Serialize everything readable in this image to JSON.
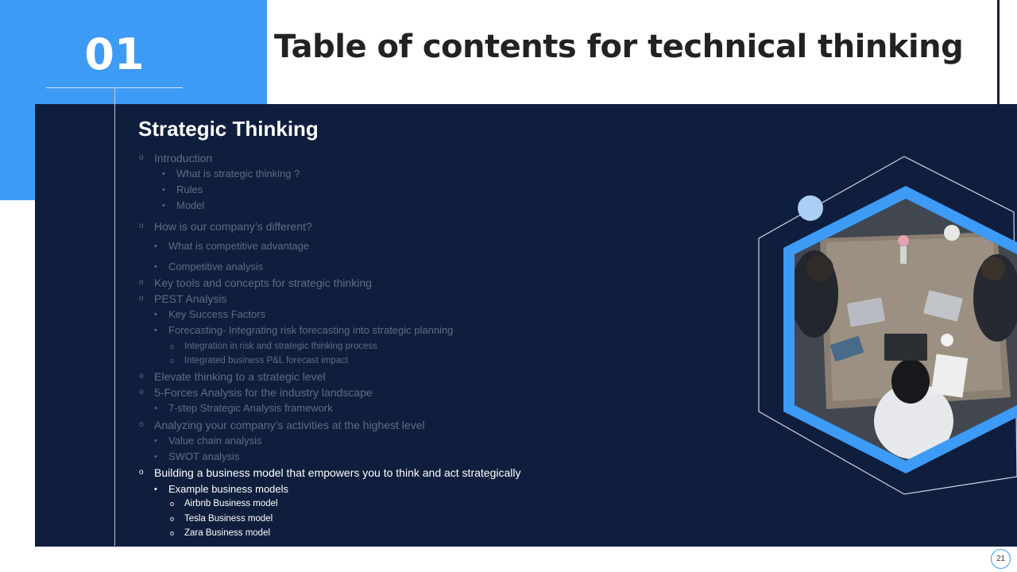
{
  "header": {
    "number": "01",
    "title": "Table of contents for technical thinking"
  },
  "section": {
    "title": "Strategic Thinking",
    "items": [
      {
        "text": "Introduction",
        "marker": "o",
        "level": 1,
        "state": "muted"
      },
      {
        "text": "What is strategic thinking ?",
        "marker": "•",
        "level": 2,
        "state": "muted"
      },
      {
        "text": "Rules",
        "marker": "•",
        "level": 2,
        "state": "muted"
      },
      {
        "text": "Model",
        "marker": "•",
        "level": 2,
        "state": "muted"
      },
      {
        "text": "How is our company’s different?",
        "marker": "o",
        "level": 1,
        "state": "muted"
      },
      {
        "text": "What is competitive advantage",
        "marker": "•",
        "level": 2,
        "state": "muted"
      },
      {
        "text": "Competitive analysis",
        "marker": "•",
        "level": 2,
        "state": "muted"
      },
      {
        "text": "Key tools and concepts for strategic thinking",
        "marker": "o",
        "level": 1,
        "state": "muted"
      },
      {
        "text": "PEST Analysis",
        "marker": "o",
        "level": 1,
        "state": "muted"
      },
      {
        "text": "Key Success Factors",
        "marker": "•",
        "level": 2,
        "state": "muted"
      },
      {
        "text": "Forecasting- Integrating risk forecasting into strategic planning",
        "marker": "•",
        "level": 2,
        "state": "muted"
      },
      {
        "text": "Integration in risk and strategic thinking process",
        "marker": "o",
        "level": 3,
        "state": "muted"
      },
      {
        "text": "Integrated business P&L forecast impact",
        "marker": "o",
        "level": 3,
        "state": "muted"
      },
      {
        "text": "Elevate thinking to a strategic level",
        "marker": "o",
        "level": 1,
        "state": "muted"
      },
      {
        "text": "5-Forces Analysis for the industry landscape",
        "marker": "o",
        "level": 1,
        "state": "muted"
      },
      {
        "text": "7-step Strategic Analysis framework",
        "marker": "•",
        "level": 2,
        "state": "muted"
      },
      {
        "text": "Analyzing your company’s activities at the highest level",
        "marker": "o",
        "level": 1,
        "state": "muted"
      },
      {
        "text": "Value chain analysis",
        "marker": "•",
        "level": 2,
        "state": "muted"
      },
      {
        "text": "SWOT analysis",
        "marker": "•",
        "level": 2,
        "state": "muted"
      },
      {
        "text": "Building a business model that empowers you to think and act strategically",
        "marker": "o",
        "level": 1,
        "state": "active"
      },
      {
        "text": "Example business models",
        "marker": "•",
        "level": 2,
        "state": "active"
      },
      {
        "text": "Airbnb Business model",
        "marker": "o",
        "level": 3,
        "state": "active"
      },
      {
        "text": "Tesla Business model",
        "marker": "o",
        "level": 3,
        "state": "active"
      },
      {
        "text": "Zara Business model",
        "marker": "o",
        "level": 3,
        "state": "active"
      }
    ]
  },
  "footer": {
    "page_number": "21"
  },
  "colors": {
    "accent_blue": "#3d9bf6",
    "panel_navy": "#0f1e3d",
    "muted_text": "#5f6c80",
    "active_text": "#ffffff",
    "light_circle": "#a9cff7"
  },
  "image": {
    "icon": "team-meeting-photo"
  }
}
